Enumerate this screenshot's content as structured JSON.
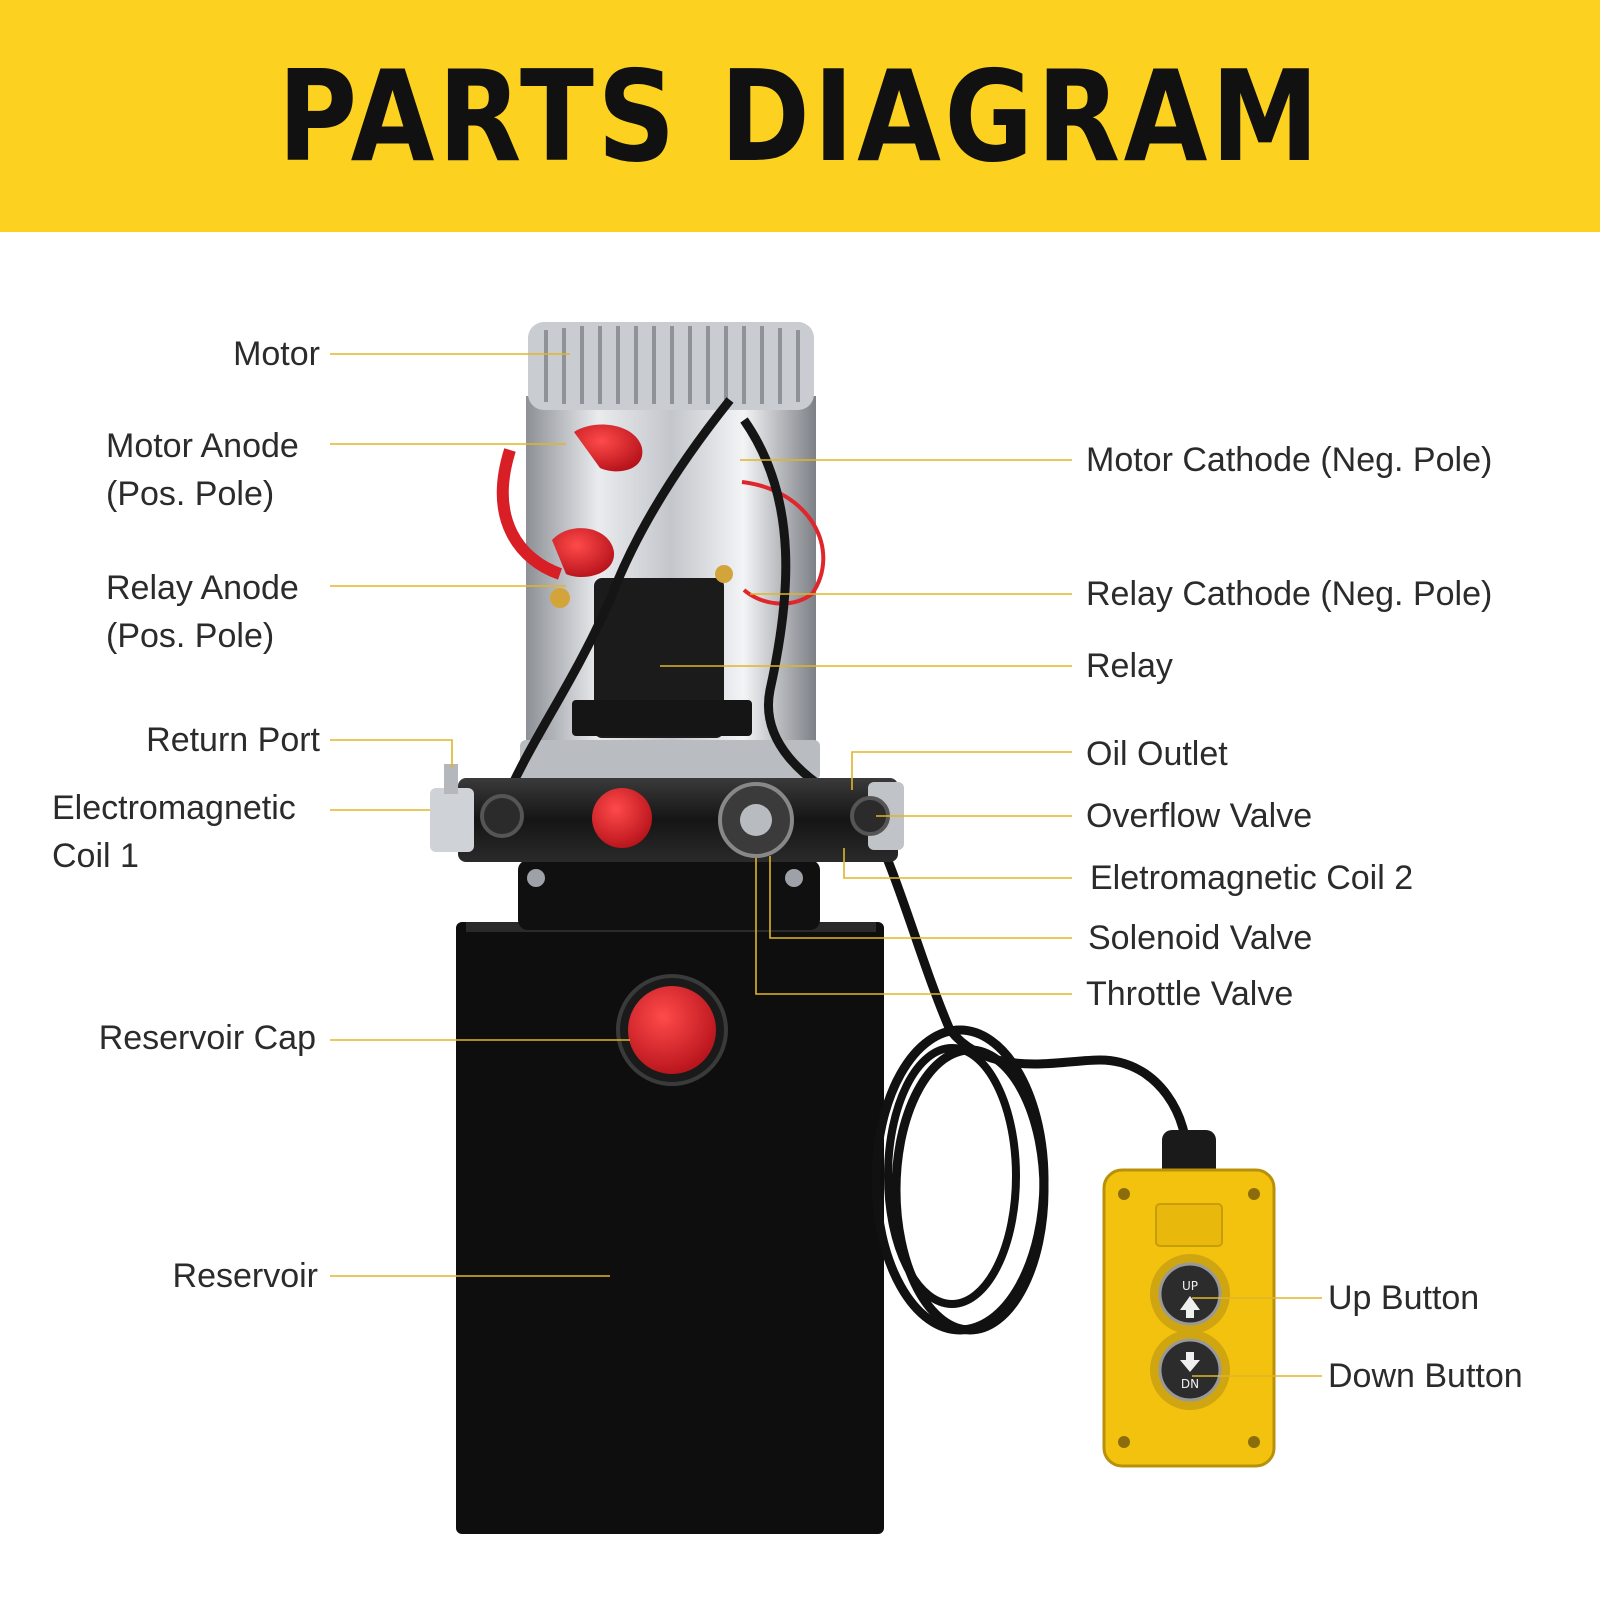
{
  "header": {
    "title": "PARTS DIAGRAM"
  },
  "colors": {
    "banner": "#fdd120",
    "leader": "#e0b52a",
    "accent_red": "#d81f26",
    "tank": "#0e0e0e",
    "pendant": "#f3c20e"
  },
  "labels": {
    "motor": "Motor",
    "motor_anode": [
      "Motor Anode",
      "(Pos. Pole)"
    ],
    "relay_anode": [
      "Relay Anode",
      "(Pos. Pole)"
    ],
    "return_port": "Return Port",
    "em_coil_1": [
      "Electromagnetic",
      "Coil 1"
    ],
    "reservoir_cap": "Reservoir Cap",
    "reservoir": "Reservoir",
    "motor_cathode": "Motor Cathode (Neg. Pole)",
    "relay_cathode": "Relay Cathode (Neg. Pole)",
    "relay": "Relay",
    "oil_outlet": "Oil Outlet",
    "overflow_valve": "Overflow Valve",
    "em_coil_2": "Eletromagnetic Coil 2",
    "solenoid_valve": "Solenoid Valve",
    "throttle_valve": "Throttle Valve",
    "up_button": "Up Button",
    "down_button": "Down Button",
    "pendant_up": "UP",
    "pendant_down": "DN"
  }
}
